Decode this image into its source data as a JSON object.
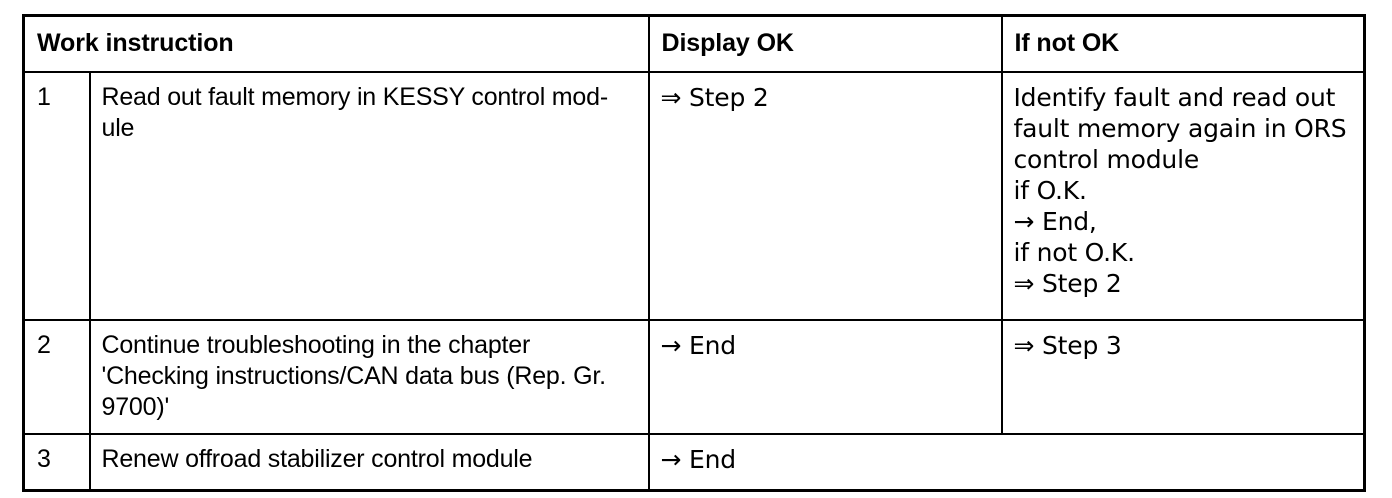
{
  "table": {
    "headers": {
      "work_instruction": "Work instruction",
      "display_ok": "Display OK",
      "if_not_ok": "If not OK"
    },
    "rows": [
      {
        "number": "1",
        "instruction": "Read out fault memory in KESSY control mod-\nule",
        "display_ok": "⇒ Step 2",
        "if_not_ok": "Identify fault and read out\nfault memory again in ORS\ncontrol module\nif O.K.\n→ End,\nif not O.K.\n⇒ Step 2"
      },
      {
        "number": "2",
        "instruction": "Continue troubleshooting in the chapter\n'Checking instructions/CAN data bus (Rep. Gr.\n9700)'",
        "display_ok": "→ End",
        "if_not_ok": "⇒ Step 3"
      },
      {
        "number": "3",
        "instruction": "Renew offroad stabilizer control module",
        "display_ok": "→ End",
        "if_not_ok": ""
      }
    ]
  },
  "colors": {
    "border": "#000000",
    "text": "#000000",
    "background": "#ffffff"
  }
}
